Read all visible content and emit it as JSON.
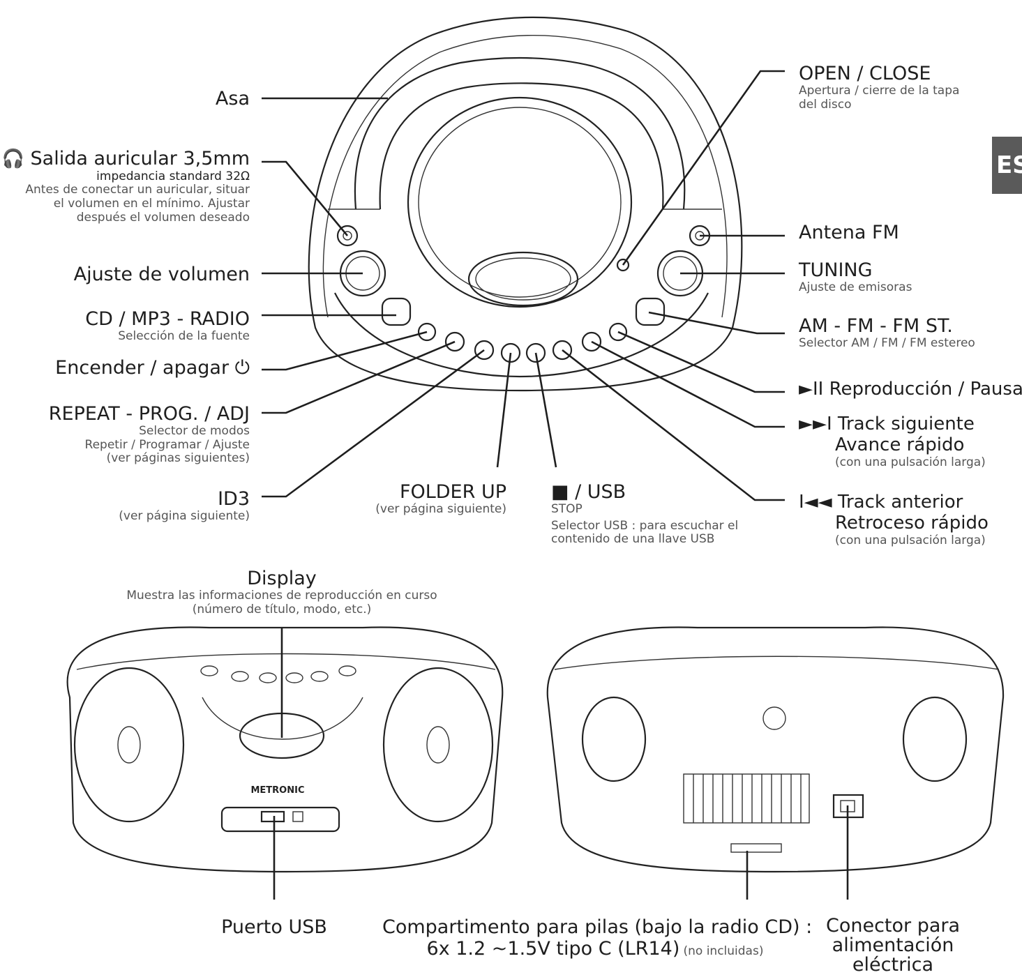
{
  "lang_tab": "ES",
  "callouts": {
    "asa": "Asa",
    "headphone": {
      "title": "Salida auricular 3,5mm",
      "lines": [
        "impedancia standard 32Ω",
        "Antes de conectar un auricular, situar",
        "el volumen en el mínimo. Ajustar",
        "después el volumen deseado"
      ]
    },
    "volume": "Ajuste de volumen",
    "source": {
      "title": "CD / MP3  -  RADIO",
      "sub": "Selección de la fuente"
    },
    "power": "Encender / apagar",
    "repeat": {
      "title": "REPEAT - PROG. / ADJ",
      "lines": [
        "Selector de modos",
        "Repetir / Programar / Ajuste",
        "(ver páginas siguientes)"
      ]
    },
    "id3": {
      "title": "ID3",
      "sub": "(ver página siguiente)"
    },
    "folder": {
      "title": "FOLDER UP",
      "sub": "(ver página siguiente)"
    },
    "stop": {
      "title": "■ / USB",
      "lines": [
        "STOP",
        "Selector USB : para escuchar el",
        "contenido de una llave USB"
      ]
    },
    "open_close": {
      "title": "OPEN / CLOSE",
      "lines": [
        "Apertura / cierre de la tapa",
        "del disco"
      ]
    },
    "antenna": "Antena FM",
    "tuning": {
      "title": "TUNING",
      "sub": "Ajuste de emisoras"
    },
    "band": {
      "title": "AM - FM - FM ST.",
      "sub": "Selector AM / FM / FM estereo"
    },
    "play": "►II Reproducción / Pausa",
    "next": {
      "title": "►►I Track siguiente",
      "line2": "Avance rápido",
      "sub": "(con una pulsación larga)"
    },
    "prev": {
      "title": "I◄◄ Track anterior",
      "line2": "Retroceso rápido",
      "sub": "(con una pulsación larga)"
    },
    "display": {
      "title": "Display",
      "lines": [
        "Muestra las informaciones de reproducción en curso",
        "(número de título, modo, etc.)"
      ]
    },
    "usb_port": "Puerto USB",
    "battery": {
      "title": "Compartimento para pilas (bajo la radio CD) :",
      "spec": "6x 1.2 ~1.5V tipo C (LR14)",
      "note": "(no incluidas)"
    },
    "power_conn": {
      "lines": [
        "Conector para",
        "alimentación",
        "eléctrica"
      ]
    }
  },
  "device_text": {
    "brand": "METRONIC"
  }
}
